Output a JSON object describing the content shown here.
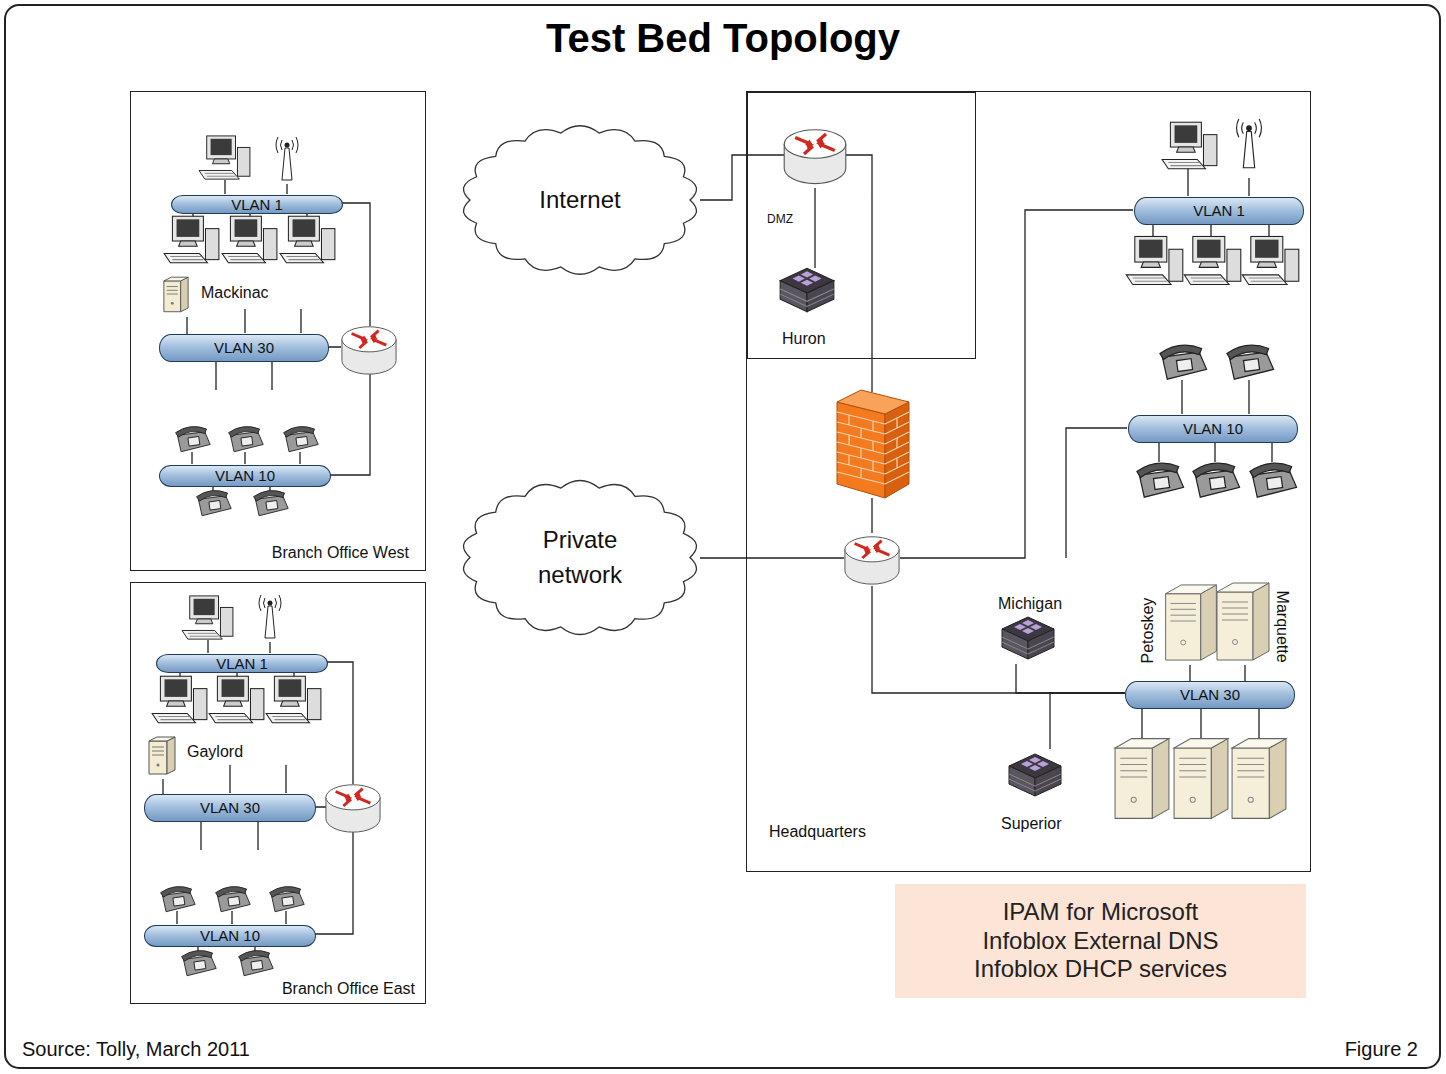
{
  "diagram": {
    "title": "Test Bed Topology",
    "nodes": [
      {
        "text": [
          "Branch Office West"
        ]
      },
      {
        "text": [
          "VLAN 1"
        ],
        "in": 0
      },
      {
        "text": [
          "Mackinac"
        ],
        "in": 0
      },
      {
        "text": [
          "VLAN 30"
        ],
        "in": 0
      },
      {
        "text": [
          "VLAN 10"
        ],
        "in": 0
      },
      {
        "text": [
          "Branch Office East"
        ]
      },
      {
        "text": [
          "VLAN 1"
        ],
        "in": 5
      },
      {
        "text": [
          "Gaylord"
        ],
        "in": 5
      },
      {
        "text": [
          "VLAN 30"
        ],
        "in": 5
      },
      {
        "text": [
          "VLAN 10"
        ],
        "in": 5
      },
      {
        "text": [
          "Internet"
        ]
      },
      {
        "text": [
          "Private network"
        ]
      },
      {
        "text": [
          "Headquarters"
        ]
      },
      {
        "text": [
          "DMZ"
        ],
        "in": 12
      },
      {
        "text": [
          "Huron"
        ],
        "in": 13
      },
      {
        "text": [
          "VLAN 1"
        ],
        "in": 12
      },
      {
        "text": [
          "VLAN 10"
        ],
        "in": 12
      },
      {
        "text": [
          "Michigan"
        ],
        "in": 12
      },
      {
        "text": [
          "Petoskey"
        ],
        "in": 12
      },
      {
        "text": [
          "Marquette"
        ],
        "in": 12
      },
      {
        "text": [
          "VLAN 30"
        ],
        "in": 12
      },
      {
        "text": [
          "Superior"
        ],
        "in": 12
      },
      {
        "text": [
          "IPAM for Microsoft",
          "Infoblox External DNS",
          "Infoblox DHCP services"
        ]
      }
    ],
    "edges": [
      {
        "from": 2,
        "to": 3,
        "arrow": "none"
      },
      {
        "from": 7,
        "to": 8,
        "arrow": "none"
      },
      {
        "from": 17,
        "to": 20,
        "arrow": "none"
      },
      {
        "from": 18,
        "to": 20,
        "arrow": "none"
      },
      {
        "from": 19,
        "to": 20,
        "arrow": "none"
      },
      {
        "from": 21,
        "to": 20,
        "arrow": "none"
      }
    ],
    "labels": [
      "Source: Tolly, March 2011",
      "Figure 2"
    ]
  }
}
